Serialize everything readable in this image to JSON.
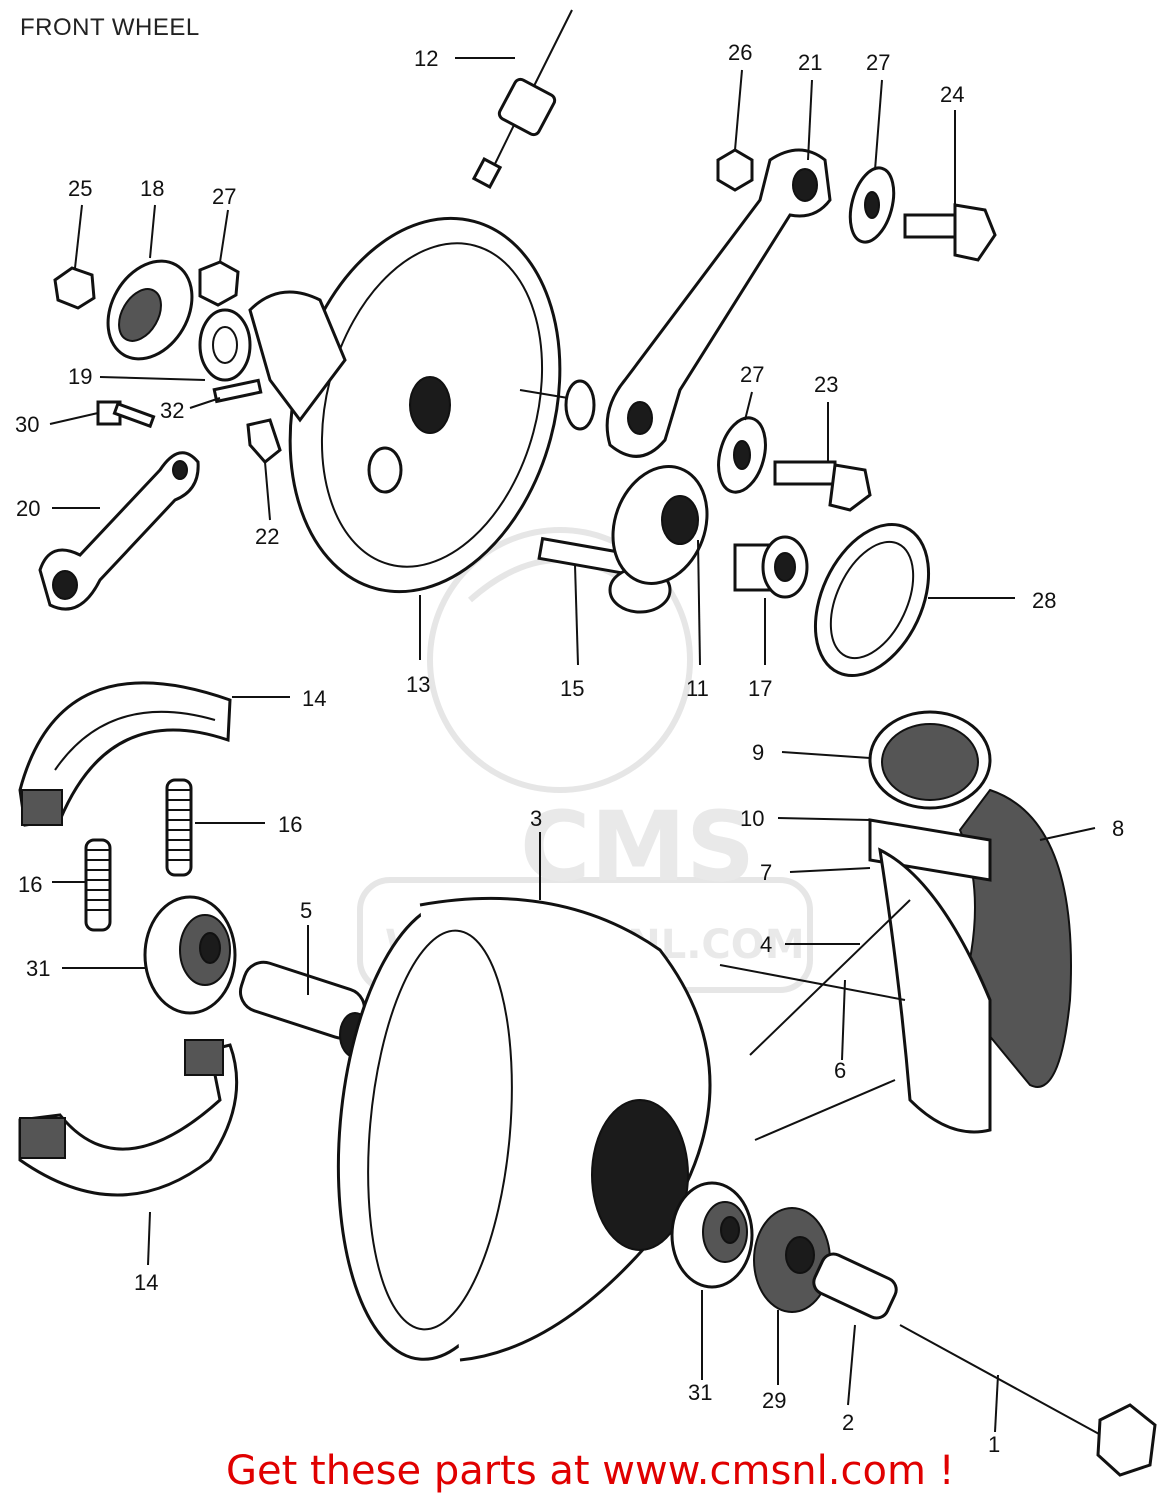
{
  "title": "FRONT WHEEL",
  "footer": "Get these parts at www.cmsnl.com !",
  "watermark": {
    "logo_text": "CMS",
    "url_text": "WWW.CMSNL.COM"
  },
  "callouts": [
    {
      "id": "12",
      "label": "12"
    },
    {
      "id": "26",
      "label": "26"
    },
    {
      "id": "21",
      "label": "21"
    },
    {
      "id": "27a",
      "label": "27"
    },
    {
      "id": "24",
      "label": "24"
    },
    {
      "id": "25",
      "label": "25"
    },
    {
      "id": "18",
      "label": "18"
    },
    {
      "id": "27b",
      "label": "27"
    },
    {
      "id": "19",
      "label": "19"
    },
    {
      "id": "32",
      "label": "32"
    },
    {
      "id": "30",
      "label": "30"
    },
    {
      "id": "20",
      "label": "20"
    },
    {
      "id": "22",
      "label": "22"
    },
    {
      "id": "27c",
      "label": "27"
    },
    {
      "id": "23",
      "label": "23"
    },
    {
      "id": "28",
      "label": "28"
    },
    {
      "id": "13",
      "label": "13"
    },
    {
      "id": "15",
      "label": "15"
    },
    {
      "id": "11",
      "label": "11"
    },
    {
      "id": "17",
      "label": "17"
    },
    {
      "id": "14a",
      "label": "14"
    },
    {
      "id": "9",
      "label": "9"
    },
    {
      "id": "8",
      "label": "8"
    },
    {
      "id": "16a",
      "label": "16"
    },
    {
      "id": "3",
      "label": "3"
    },
    {
      "id": "10",
      "label": "10"
    },
    {
      "id": "7",
      "label": "7"
    },
    {
      "id": "16b",
      "label": "16"
    },
    {
      "id": "5",
      "label": "5"
    },
    {
      "id": "4",
      "label": "4"
    },
    {
      "id": "31a",
      "label": "31"
    },
    {
      "id": "6",
      "label": "6"
    },
    {
      "id": "14b",
      "label": "14"
    },
    {
      "id": "31b",
      "label": "31"
    },
    {
      "id": "29",
      "label": "29"
    },
    {
      "id": "2",
      "label": "2"
    },
    {
      "id": "1",
      "label": "1"
    }
  ]
}
